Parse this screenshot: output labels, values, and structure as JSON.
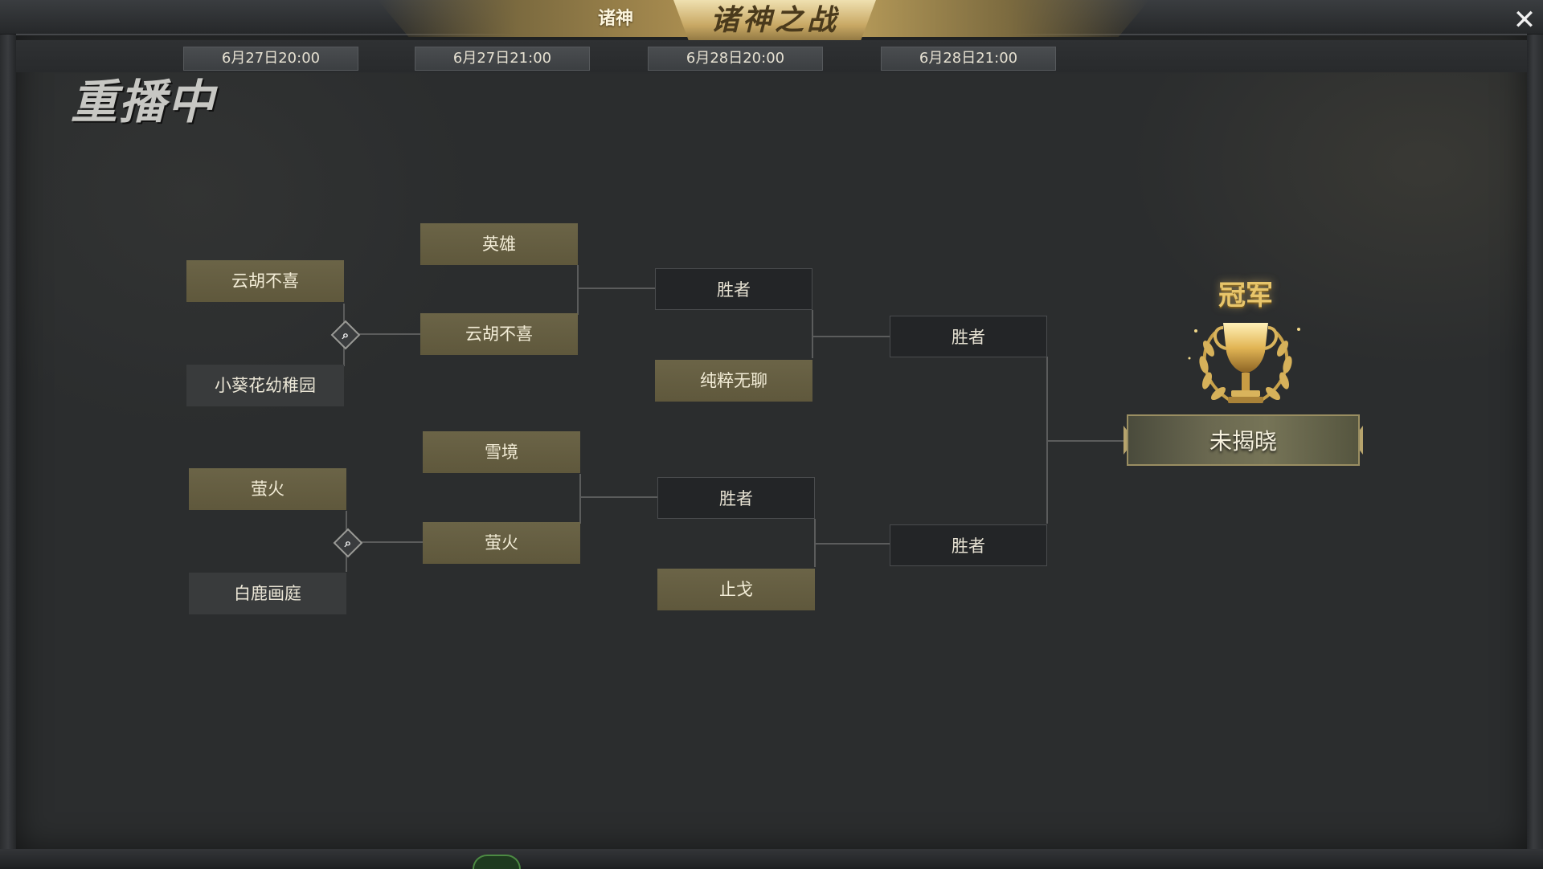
{
  "header": {
    "title": "诸神之战",
    "tab_label": "诸神",
    "close_label": "✕"
  },
  "replay_status": "重播中",
  "rounds": [
    {
      "time": "6月27日20:00"
    },
    {
      "time": "6月27日21:00"
    },
    {
      "time": "6月28日20:00"
    },
    {
      "time": "6月28日21:00"
    }
  ],
  "bracket": {
    "round1": [
      {
        "team": "云胡不喜"
      },
      {
        "team": "小葵花幼稚园"
      },
      {
        "team": "萤火"
      },
      {
        "team": "白鹿画庭"
      }
    ],
    "round2": [
      {
        "team": "英雄"
      },
      {
        "team": "云胡不喜"
      },
      {
        "team": "雪境"
      },
      {
        "team": "萤火"
      }
    ],
    "round3": [
      {
        "team": "胜者"
      },
      {
        "team": "纯粹无聊"
      },
      {
        "team": "胜者"
      },
      {
        "team": "止戈"
      }
    ],
    "round4": [
      {
        "team": "胜者"
      },
      {
        "team": "胜者"
      }
    ]
  },
  "champion": {
    "label": "冠军",
    "result": "未揭晓"
  },
  "colors": {
    "panel": "#2b2d2e",
    "filled_slot": "#655e42",
    "empty_slot": "#232527",
    "gold": "#e8c56a"
  },
  "icons": {
    "replay": "magnifier-icon",
    "close": "close-icon",
    "trophy": "trophy-icon"
  }
}
